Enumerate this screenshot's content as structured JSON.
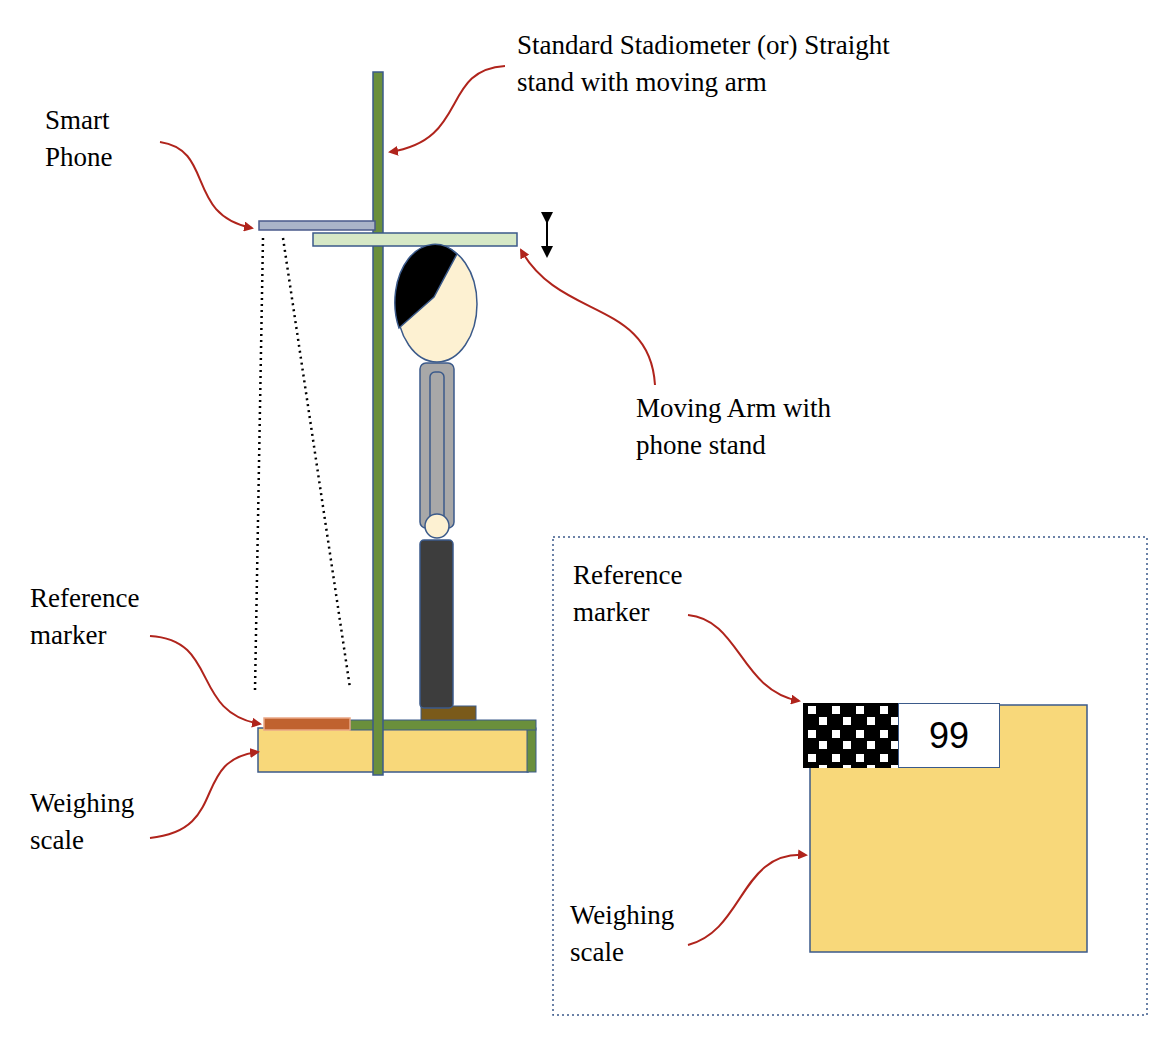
{
  "diagram": {
    "nodes": [
      {
        "text": [
          "99"
        ]
      }
    ],
    "labels": [
      "Standard Stadiometer (or) Straight stand with moving arm",
      "Smart Phone",
      "Moving Arm with phone stand",
      "Reference marker",
      "Weighing scale",
      "Reference marker",
      "Weighing scale"
    ]
  }
}
